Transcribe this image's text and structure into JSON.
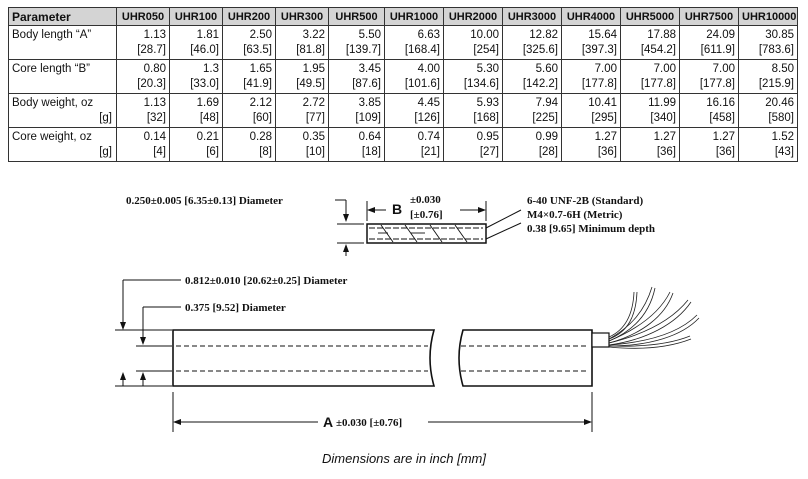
{
  "table": {
    "param_header": "Parameter",
    "models": [
      "UHR050",
      "UHR100",
      "UHR200",
      "UHR300",
      "UHR500",
      "UHR1000",
      "UHR2000",
      "UHR3000",
      "UHR4000",
      "UHR5000",
      "UHR7500",
      "UHR10000"
    ],
    "rows": [
      {
        "label": "Body length “A”",
        "unit": "",
        "values": [
          [
            "1.13",
            "[28.7]"
          ],
          [
            "1.81",
            "[46.0]"
          ],
          [
            "2.50",
            "[63.5]"
          ],
          [
            "3.22",
            "[81.8]"
          ],
          [
            "5.50",
            "[139.7]"
          ],
          [
            "6.63",
            "[168.4]"
          ],
          [
            "10.00",
            "[254]"
          ],
          [
            "12.82",
            "[325.6]"
          ],
          [
            "15.64",
            "[397.3]"
          ],
          [
            "17.88",
            "[454.2]"
          ],
          [
            "24.09",
            "[611.9]"
          ],
          [
            "30.85",
            "[783.6]"
          ]
        ]
      },
      {
        "label": "Core length “B”",
        "unit": "",
        "values": [
          [
            "0.80",
            "[20.3]"
          ],
          [
            "1.3",
            "[33.0]"
          ],
          [
            "1.65",
            "[41.9]"
          ],
          [
            "1.95",
            "[49.5]"
          ],
          [
            "3.45",
            "[87.6]"
          ],
          [
            "4.00",
            "[101.6]"
          ],
          [
            "5.30",
            "[134.6]"
          ],
          [
            "5.60",
            "[142.2]"
          ],
          [
            "7.00",
            "[177.8]"
          ],
          [
            "7.00",
            "[177.8]"
          ],
          [
            "7.00",
            "[177.8]"
          ],
          [
            "8.50",
            "[215.9]"
          ]
        ]
      },
      {
        "label": "Body weight, oz",
        "unit": "[g]",
        "values": [
          [
            "1.13",
            "[32]"
          ],
          [
            "1.69",
            "[48]"
          ],
          [
            "2.12",
            "[60]"
          ],
          [
            "2.72",
            "[77]"
          ],
          [
            "3.85",
            "[109]"
          ],
          [
            "4.45",
            "[126]"
          ],
          [
            "5.93",
            "[168]"
          ],
          [
            "7.94",
            "[225]"
          ],
          [
            "10.41",
            "[295]"
          ],
          [
            "11.99",
            "[340]"
          ],
          [
            "16.16",
            "[458]"
          ],
          [
            "20.46",
            "[580]"
          ]
        ]
      },
      {
        "label": "Core weight, oz",
        "unit": "[g]",
        "values": [
          [
            "0.14",
            "[4]"
          ],
          [
            "0.21",
            "[6]"
          ],
          [
            "0.28",
            "[8]"
          ],
          [
            "0.35",
            "[10]"
          ],
          [
            "0.64",
            "[18]"
          ],
          [
            "0.74",
            "[21]"
          ],
          [
            "0.95",
            "[27]"
          ],
          [
            "0.99",
            "[28]"
          ],
          [
            "1.27",
            "[36]"
          ],
          [
            "1.27",
            "[36]"
          ],
          [
            "1.27",
            "[36]"
          ],
          [
            "1.52",
            "[43]"
          ]
        ]
      }
    ]
  },
  "drawing": {
    "core_diameter": "0.250±0.005 [6.35±0.13] Diameter",
    "b_letter": "B",
    "b_tol_1": "±0.030",
    "b_tol_2": "[±0.76]",
    "thread_1": "6-40 UNF-2B (Standard)",
    "thread_2": "M4×0.7-6H (Metric)",
    "thread_3": "0.38 [9.65] Minimum depth",
    "body_diameter": "0.812±0.010 [20.62±0.25] Diameter",
    "bore_diameter": "0.375 [9.52] Diameter",
    "a_letter": "A",
    "a_tol": "±0.030 [±0.76]"
  },
  "caption": "Dimensions are in inch [mm]"
}
